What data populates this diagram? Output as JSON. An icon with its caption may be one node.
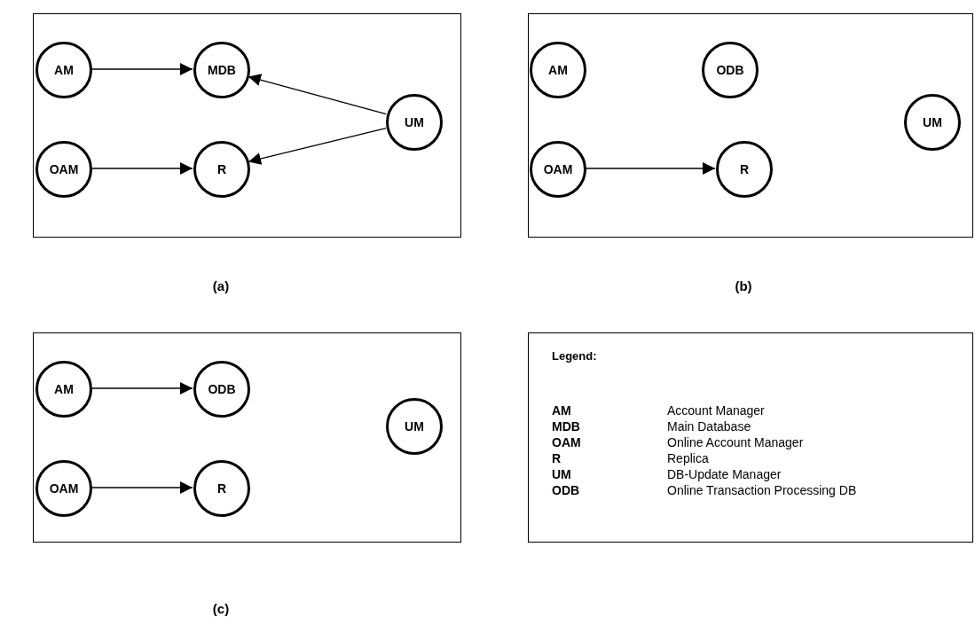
{
  "diagram": {
    "nodes": [
      {
        "text": [],
        "shape": "box"
      },
      {
        "text": [
          "AM"
        ],
        "in": 0
      },
      {
        "text": [
          "MDB"
        ],
        "in": 0
      },
      {
        "text": [
          "OAM"
        ],
        "in": 0
      },
      {
        "text": [
          "R"
        ],
        "in": 0
      },
      {
        "text": [
          "UM"
        ],
        "in": 0
      },
      {
        "text": [],
        "shape": "box"
      },
      {
        "text": [
          "AM"
        ],
        "in": 6
      },
      {
        "text": [
          "ODB"
        ],
        "in": 6
      },
      {
        "text": [
          "OAM"
        ],
        "in": 6
      },
      {
        "text": [
          "R"
        ],
        "in": 6
      },
      {
        "text": [
          "UM"
        ],
        "in": 6
      },
      {
        "text": [],
        "shape": "box"
      },
      {
        "text": [
          "AM"
        ],
        "in": 12
      },
      {
        "text": [
          "ODB"
        ],
        "in": 12
      },
      {
        "text": [
          "OAM"
        ],
        "in": 12
      },
      {
        "text": [
          "R"
        ],
        "in": 12
      },
      {
        "text": [
          "UM"
        ],
        "in": 12
      },
      {
        "text": [
          "Legend:",
          "AM",
          "Account Manager",
          "MDB",
          "Main Database",
          "OAM",
          "Online Account Manager",
          "R",
          "Replica",
          "UM",
          "DB-Update Manager",
          "ODB",
          "Online Transaction Processing DB"
        ]
      }
    ],
    "edges": [
      {
        "from": 1,
        "to": 2,
        "arrow": "to"
      },
      {
        "from": 3,
        "to": 4,
        "arrow": "to"
      },
      {
        "from": 5,
        "to": 2,
        "arrow": "to"
      },
      {
        "from": 5,
        "to": 4,
        "arrow": "to"
      },
      {
        "from": 9,
        "to": 10,
        "arrow": "to"
      },
      {
        "from": 13,
        "to": 14,
        "arrow": "to"
      },
      {
        "from": 15,
        "to": 16,
        "arrow": "to"
      }
    ],
    "labels": [
      "(a)",
      "(b)",
      "(c)"
    ]
  }
}
